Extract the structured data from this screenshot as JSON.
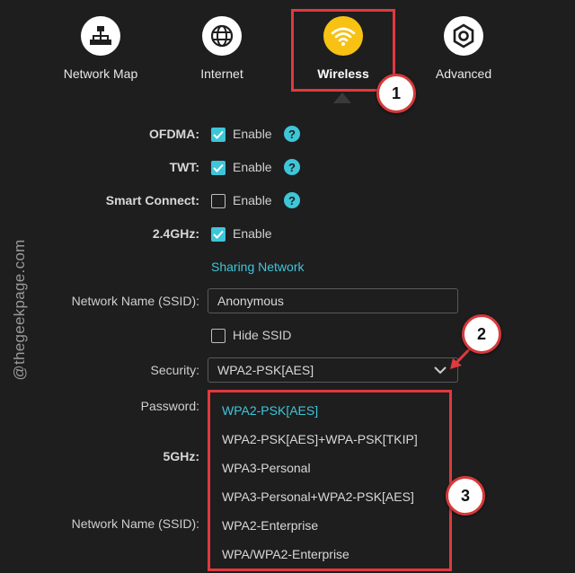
{
  "nav": {
    "items": [
      {
        "label": "Network Map",
        "icon": "network-map-icon"
      },
      {
        "label": "Internet",
        "icon": "globe-icon"
      },
      {
        "label": "Wireless",
        "icon": "wifi-icon",
        "active": true
      },
      {
        "label": "Advanced",
        "icon": "gear-icon"
      }
    ]
  },
  "callouts": {
    "one": "1",
    "two": "2",
    "three": "3"
  },
  "form": {
    "ofdma": {
      "label": "OFDMA:",
      "option": "Enable",
      "checked": true
    },
    "twt": {
      "label": "TWT:",
      "option": "Enable",
      "checked": true
    },
    "smart_connect": {
      "label": "Smart Connect:",
      "option": "Enable",
      "checked": false
    },
    "band_24": {
      "label": "2.4GHz:",
      "option": "Enable",
      "checked": true
    },
    "sharing_network": "Sharing Network",
    "ssid": {
      "label": "Network Name (SSID):",
      "value": "Anonymous"
    },
    "hide_ssid": {
      "option": "Hide SSID",
      "checked": false
    },
    "security": {
      "label": "Security:",
      "value": "WPA2-PSK[AES]"
    },
    "password": {
      "label": "Password:"
    },
    "band_5": {
      "label": "5GHz:"
    },
    "ssid_5": {
      "label": "Network Name (SSID):"
    }
  },
  "security_options": [
    "WPA2-PSK[AES]",
    "WPA2-PSK[AES]+WPA-PSK[TKIP]",
    "WPA3-Personal",
    "WPA3-Personal+WPA2-PSK[AES]",
    "WPA2-Enterprise",
    "WPA/WPA2-Enterprise"
  ],
  "watermark": "@thegeekpage.com",
  "colors": {
    "accent": "#3ec6d8",
    "active_icon": "#f7c214",
    "annotation": "#e0393e",
    "background": "#1e1e1f"
  }
}
